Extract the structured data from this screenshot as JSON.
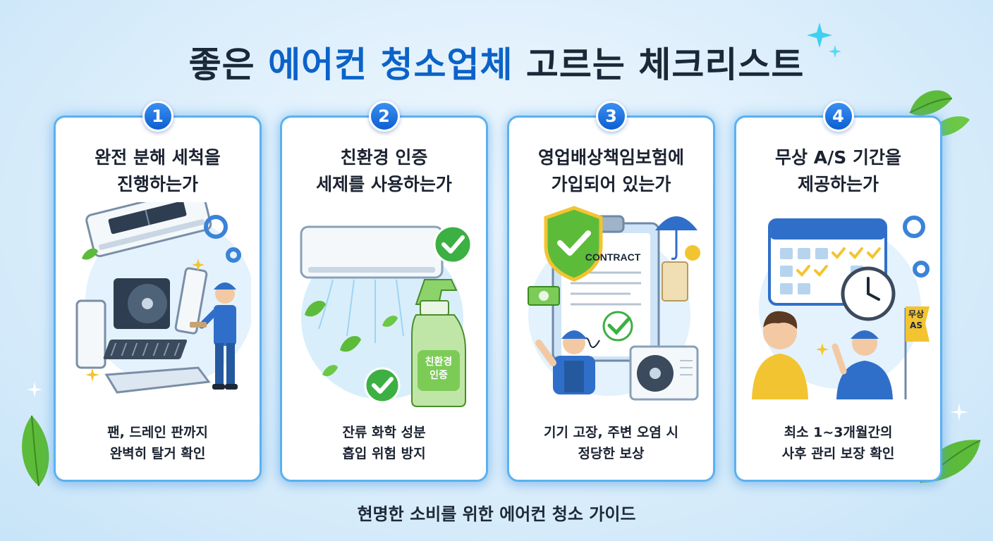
{
  "title": {
    "part1": "좋은 ",
    "accent": "에어컨 청소업체",
    "part2": " 고르는 체크리스트"
  },
  "cards": [
    {
      "number": "1",
      "heading_line1": "완전 분해 세척을",
      "heading_line2": "진행하는가",
      "caption_line1": "팬, 드레인 판까지",
      "caption_line2": "완벽히 탈거 확인"
    },
    {
      "number": "2",
      "heading_line1": "친환경 인증",
      "heading_line2": "세제를 사용하는가",
      "bottle_label_line1": "친환경",
      "bottle_label_line2": "인증",
      "caption_line1": "잔류 화학 성분",
      "caption_line2": "흡입 위험 방지"
    },
    {
      "number": "3",
      "heading_line1": "영업배상책임보험에",
      "heading_line2": "가입되어 있는가",
      "contract_label": "CONTRACT",
      "caption_line1": "기기 고장, 주변 오염 시",
      "caption_line2": "정당한 보상"
    },
    {
      "number": "4",
      "heading_line1": "무상 A/S 기간을",
      "heading_line2": "제공하는가",
      "flag_line1": "무상",
      "flag_line2": "AS",
      "caption_line1": "최소 1~3개월간의",
      "caption_line2": "사후 관리 보장 확인"
    }
  ],
  "footer": "현명한 소비를 위한 에어컨 청소 가이드",
  "colors": {
    "accent": "#0b63c8",
    "card_border": "#5bb1f0",
    "check_green": "#3cb043",
    "leaf_green": "#5dbb3a",
    "worker_blue": "#2f6fc9"
  }
}
